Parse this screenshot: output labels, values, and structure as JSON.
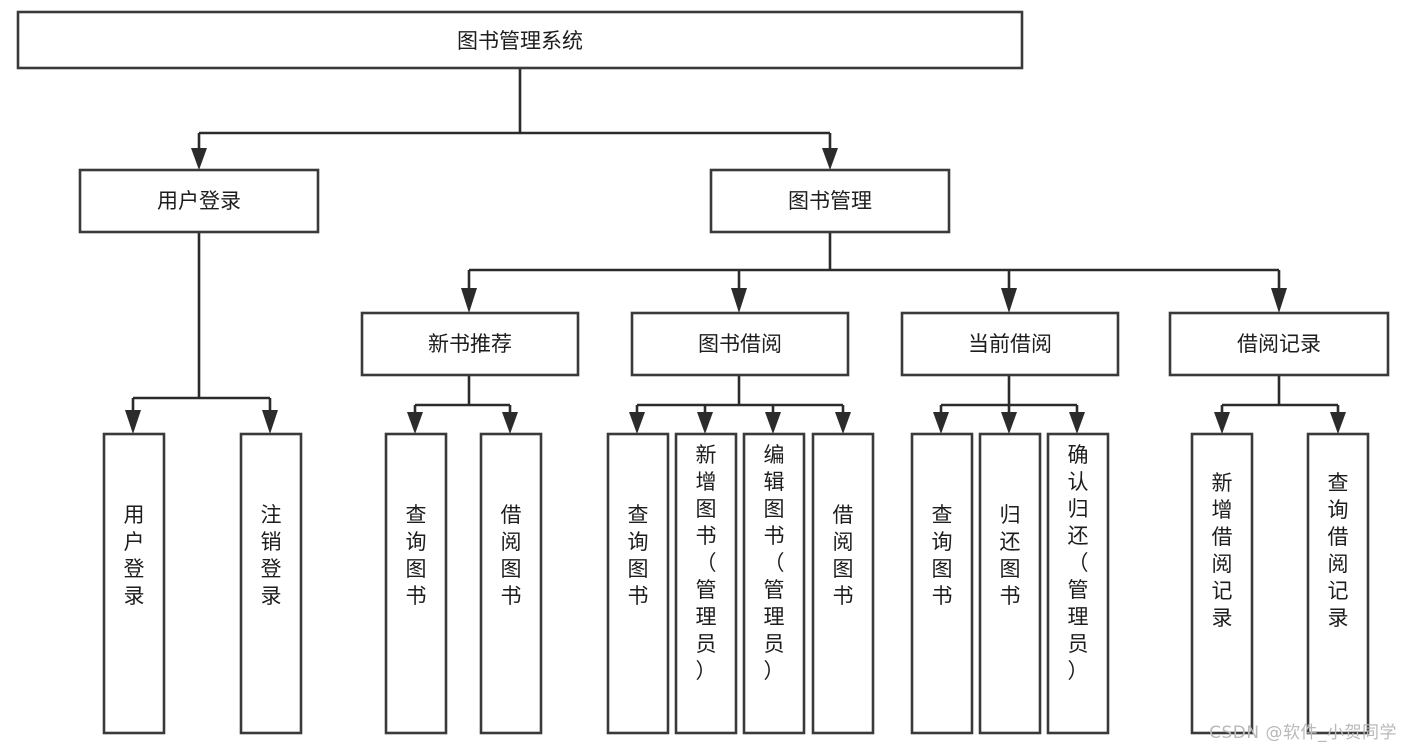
{
  "diagram": {
    "title": "图书管理系统",
    "type": "tree-hierarchy-chart",
    "root": {
      "id": "root",
      "label": "图书管理系统"
    },
    "level1": [
      {
        "id": "user-login",
        "label": "用户登录"
      },
      {
        "id": "book-manage",
        "label": "图书管理"
      }
    ],
    "level2": [
      {
        "id": "new-book-rec",
        "label": "新书推荐",
        "parent": "book-manage"
      },
      {
        "id": "book-borrow",
        "label": "图书借阅",
        "parent": "book-manage"
      },
      {
        "id": "current-borrow",
        "label": "当前借阅",
        "parent": "book-manage"
      },
      {
        "id": "borrow-record",
        "label": "借阅记录",
        "parent": "book-manage"
      }
    ],
    "leaves": [
      {
        "id": "leaf-user-login",
        "label": "用户登录",
        "parent": "user-login"
      },
      {
        "id": "leaf-logout",
        "label": "注销登录",
        "parent": "user-login"
      },
      {
        "id": "leaf-query-book-1",
        "label": "查询图书",
        "parent": "new-book-rec"
      },
      {
        "id": "leaf-borrow-book-1",
        "label": "借阅图书",
        "parent": "new-book-rec"
      },
      {
        "id": "leaf-query-book-2",
        "label": "查询图书",
        "parent": "book-borrow"
      },
      {
        "id": "leaf-add-book",
        "label": "新增图书（管理员）",
        "parent": "book-borrow"
      },
      {
        "id": "leaf-edit-book",
        "label": "编辑图书（管理员）",
        "parent": "book-borrow"
      },
      {
        "id": "leaf-borrow-book-2",
        "label": "借阅图书",
        "parent": "book-borrow"
      },
      {
        "id": "leaf-query-book-3",
        "label": "查询图书",
        "parent": "current-borrow"
      },
      {
        "id": "leaf-return-book",
        "label": "归还图书",
        "parent": "current-borrow"
      },
      {
        "id": "leaf-confirm-return",
        "label": "确认归还（管理员）",
        "parent": "current-borrow"
      },
      {
        "id": "leaf-add-record",
        "label": "新增借阅记录",
        "parent": "borrow-record"
      },
      {
        "id": "leaf-query-record",
        "label": "查询借阅记录",
        "parent": "borrow-record"
      }
    ]
  },
  "watermark": {
    "text": "CSDN @软件_小贺同学"
  },
  "colors": {
    "box_stroke": "#3a3a3a",
    "connector": "#2b2b2b",
    "text": "#1d1d1d",
    "background": "#ffffff",
    "watermark": "#b9b9b9"
  }
}
